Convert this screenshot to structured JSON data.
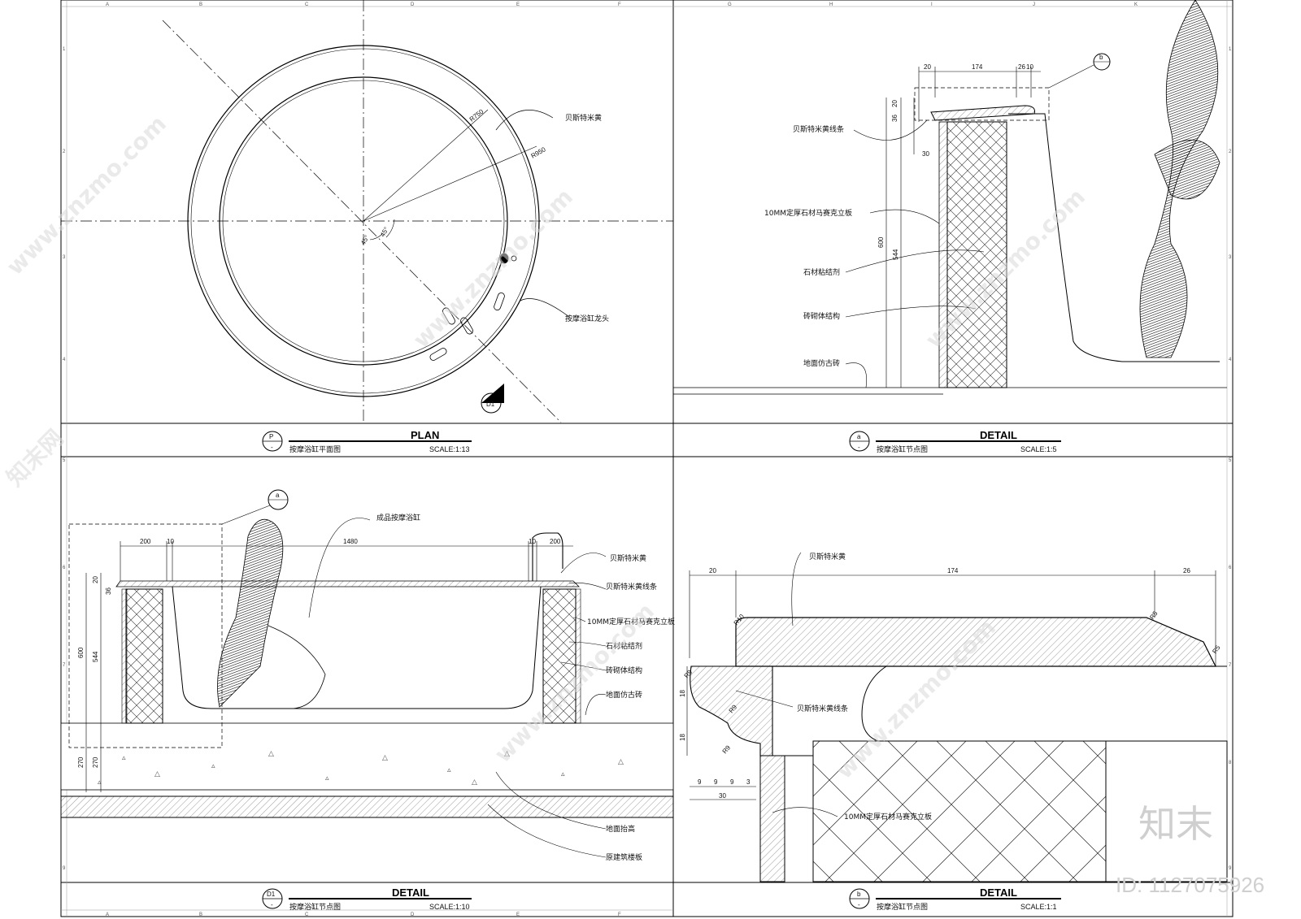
{
  "panels": {
    "plan": {
      "title": "PLAN",
      "subtitle": "按摩浴缸平面图",
      "scale": "SCALE:1:13",
      "tag_top": "P",
      "tag_bottom": "-",
      "labels": [
        "贝斯特米黄",
        "按摩浴缸龙头"
      ],
      "radius_labels": [
        "R750",
        "R950"
      ],
      "angles": [
        "45°",
        "45°"
      ],
      "section_tag": "D1"
    },
    "detail_a": {
      "title": "DETAIL",
      "subtitle": "按摩浴缸节点图",
      "scale": "SCALE:1:5",
      "tag_top": "a",
      "tag_bottom": "-",
      "callout": "b",
      "dims_top": [
        "20",
        "174",
        "26",
        "10"
      ],
      "dims_left": [
        "20",
        "36",
        "30",
        "600",
        "544"
      ],
      "labels": [
        "贝斯特米黄线条",
        "10MM定厚石材马赛克立板",
        "石材粘结剂",
        "砖砌体结构",
        "地面仿古砖"
      ]
    },
    "detail_d1": {
      "title": "DETAIL",
      "subtitle": "按摩浴缸节点图",
      "scale": "SCALE:1:10",
      "tag_top": "D1",
      "tag_bottom": "-",
      "callout": "a",
      "dims_top": [
        "200",
        "10",
        "1480",
        "10",
        "200"
      ],
      "dims_left": [
        "20",
        "36",
        "600",
        "544",
        "270",
        "270"
      ],
      "labels": [
        "成品按摩浴缸",
        "贝斯特米黄",
        "贝斯特米黄线条",
        "10MM定厚石材马赛克立板",
        "石材粘结剂",
        "砖砌体结构",
        "地面仿古砖",
        "地面抬高",
        "原建筑楼板"
      ]
    },
    "detail_b": {
      "title": "DETAIL",
      "subtitle": "按摩浴缸节点图",
      "scale": "SCALE:1:1",
      "tag_top": "b",
      "tag_bottom": "-",
      "dims_top": [
        "20",
        "174",
        "26"
      ],
      "dims_left": [
        "18",
        "18"
      ],
      "dims_bottom": [
        "9",
        "9",
        "9",
        "3",
        "30"
      ],
      "radii": [
        "R10",
        "R5",
        "R5",
        "R9",
        "R9",
        "R9"
      ],
      "labels": [
        "贝斯特米黄",
        "贝斯特米黄线条",
        "10MM定厚石材马赛克立板"
      ]
    }
  },
  "grid": {
    "top_letters_left": [
      "A",
      "B",
      "C",
      "D",
      "E",
      "F"
    ],
    "top_letters_right": [
      "G",
      "H",
      "I",
      "J",
      "K"
    ],
    "side_numbers": [
      "1",
      "2",
      "3",
      "4",
      "5",
      "6",
      "7",
      "8",
      "9"
    ]
  },
  "watermark": {
    "site": "www.znzmo.com",
    "brand": "知末网",
    "logo": "知末",
    "id": "ID: 1127075926"
  }
}
